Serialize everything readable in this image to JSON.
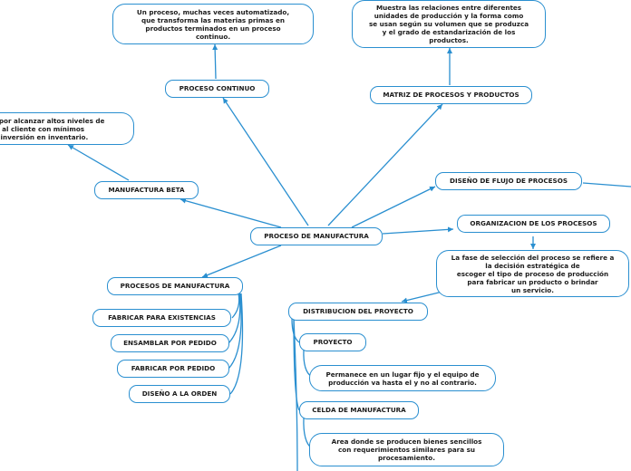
{
  "theme": {
    "line_color": "#2a8fd0",
    "node_border": "#2a8fd0",
    "text_color": "#1b1b1b",
    "background": "#ffffff"
  },
  "nodes": {
    "central": "PROCESO DE MANUFACTURA",
    "proceso_continuo": "PROCESO CONTINUO",
    "proceso_continuo_desc": [
      "Un proceso, muchas veces automatizado,",
      "que transforma las materias primas en",
      "productos terminados en un proceso",
      "continuo."
    ],
    "matriz": "MATRIZ DE PROCESOS Y PRODUCTOS",
    "matriz_desc": [
      "Muestra las relaciones entre diferentes",
      "unidades de producción y la forma como",
      "se usan según su volumen que se produzca",
      "y el grado de estandarización de los",
      "productos."
    ],
    "manufactura_beta": "MANUFACTURA BETA",
    "manufactura_beta_desc": [
      "to por alcanzar altos niveles de",
      "ios al cliente con mínimos",
      "de inversión en inventario."
    ],
    "diseno_flujo": "DISEÑO DE FLUJO DE PROCESOS",
    "organizacion": "ORGANIZACION DE LOS PROCESOS",
    "organizacion_desc": [
      "La fase de selección del proceso se refiere a",
      "la decisión estratégica de",
      "escoger el tipo de proceso de producción",
      "para fabricar un producto o brindar",
      "un servicio."
    ],
    "procesos_manufactura": "PROCESOS DE MANUFACTURA",
    "fabricar_existencias": "FABRICAR PARA EXISTENCIAS",
    "ensamblar_pedido": "ENSAMBLAR POR PEDIDO",
    "fabricar_pedido": "FABRICAR POR PEDIDO",
    "diseno_orden": "DISEÑO A LA ORDEN",
    "distribucion": "DISTRIBUCION DEL PROYECTO",
    "proyecto": "PROYECTO",
    "proyecto_desc": [
      "Permanece en un lugar fijo y el equipo de",
      "producción va hasta el y no al contrario."
    ],
    "celda": "CELDA DE MANUFACTURA",
    "celda_desc": [
      "Area donde se producen bienes sencillos",
      "con requerimientos similares para su",
      "procesamiento."
    ]
  }
}
